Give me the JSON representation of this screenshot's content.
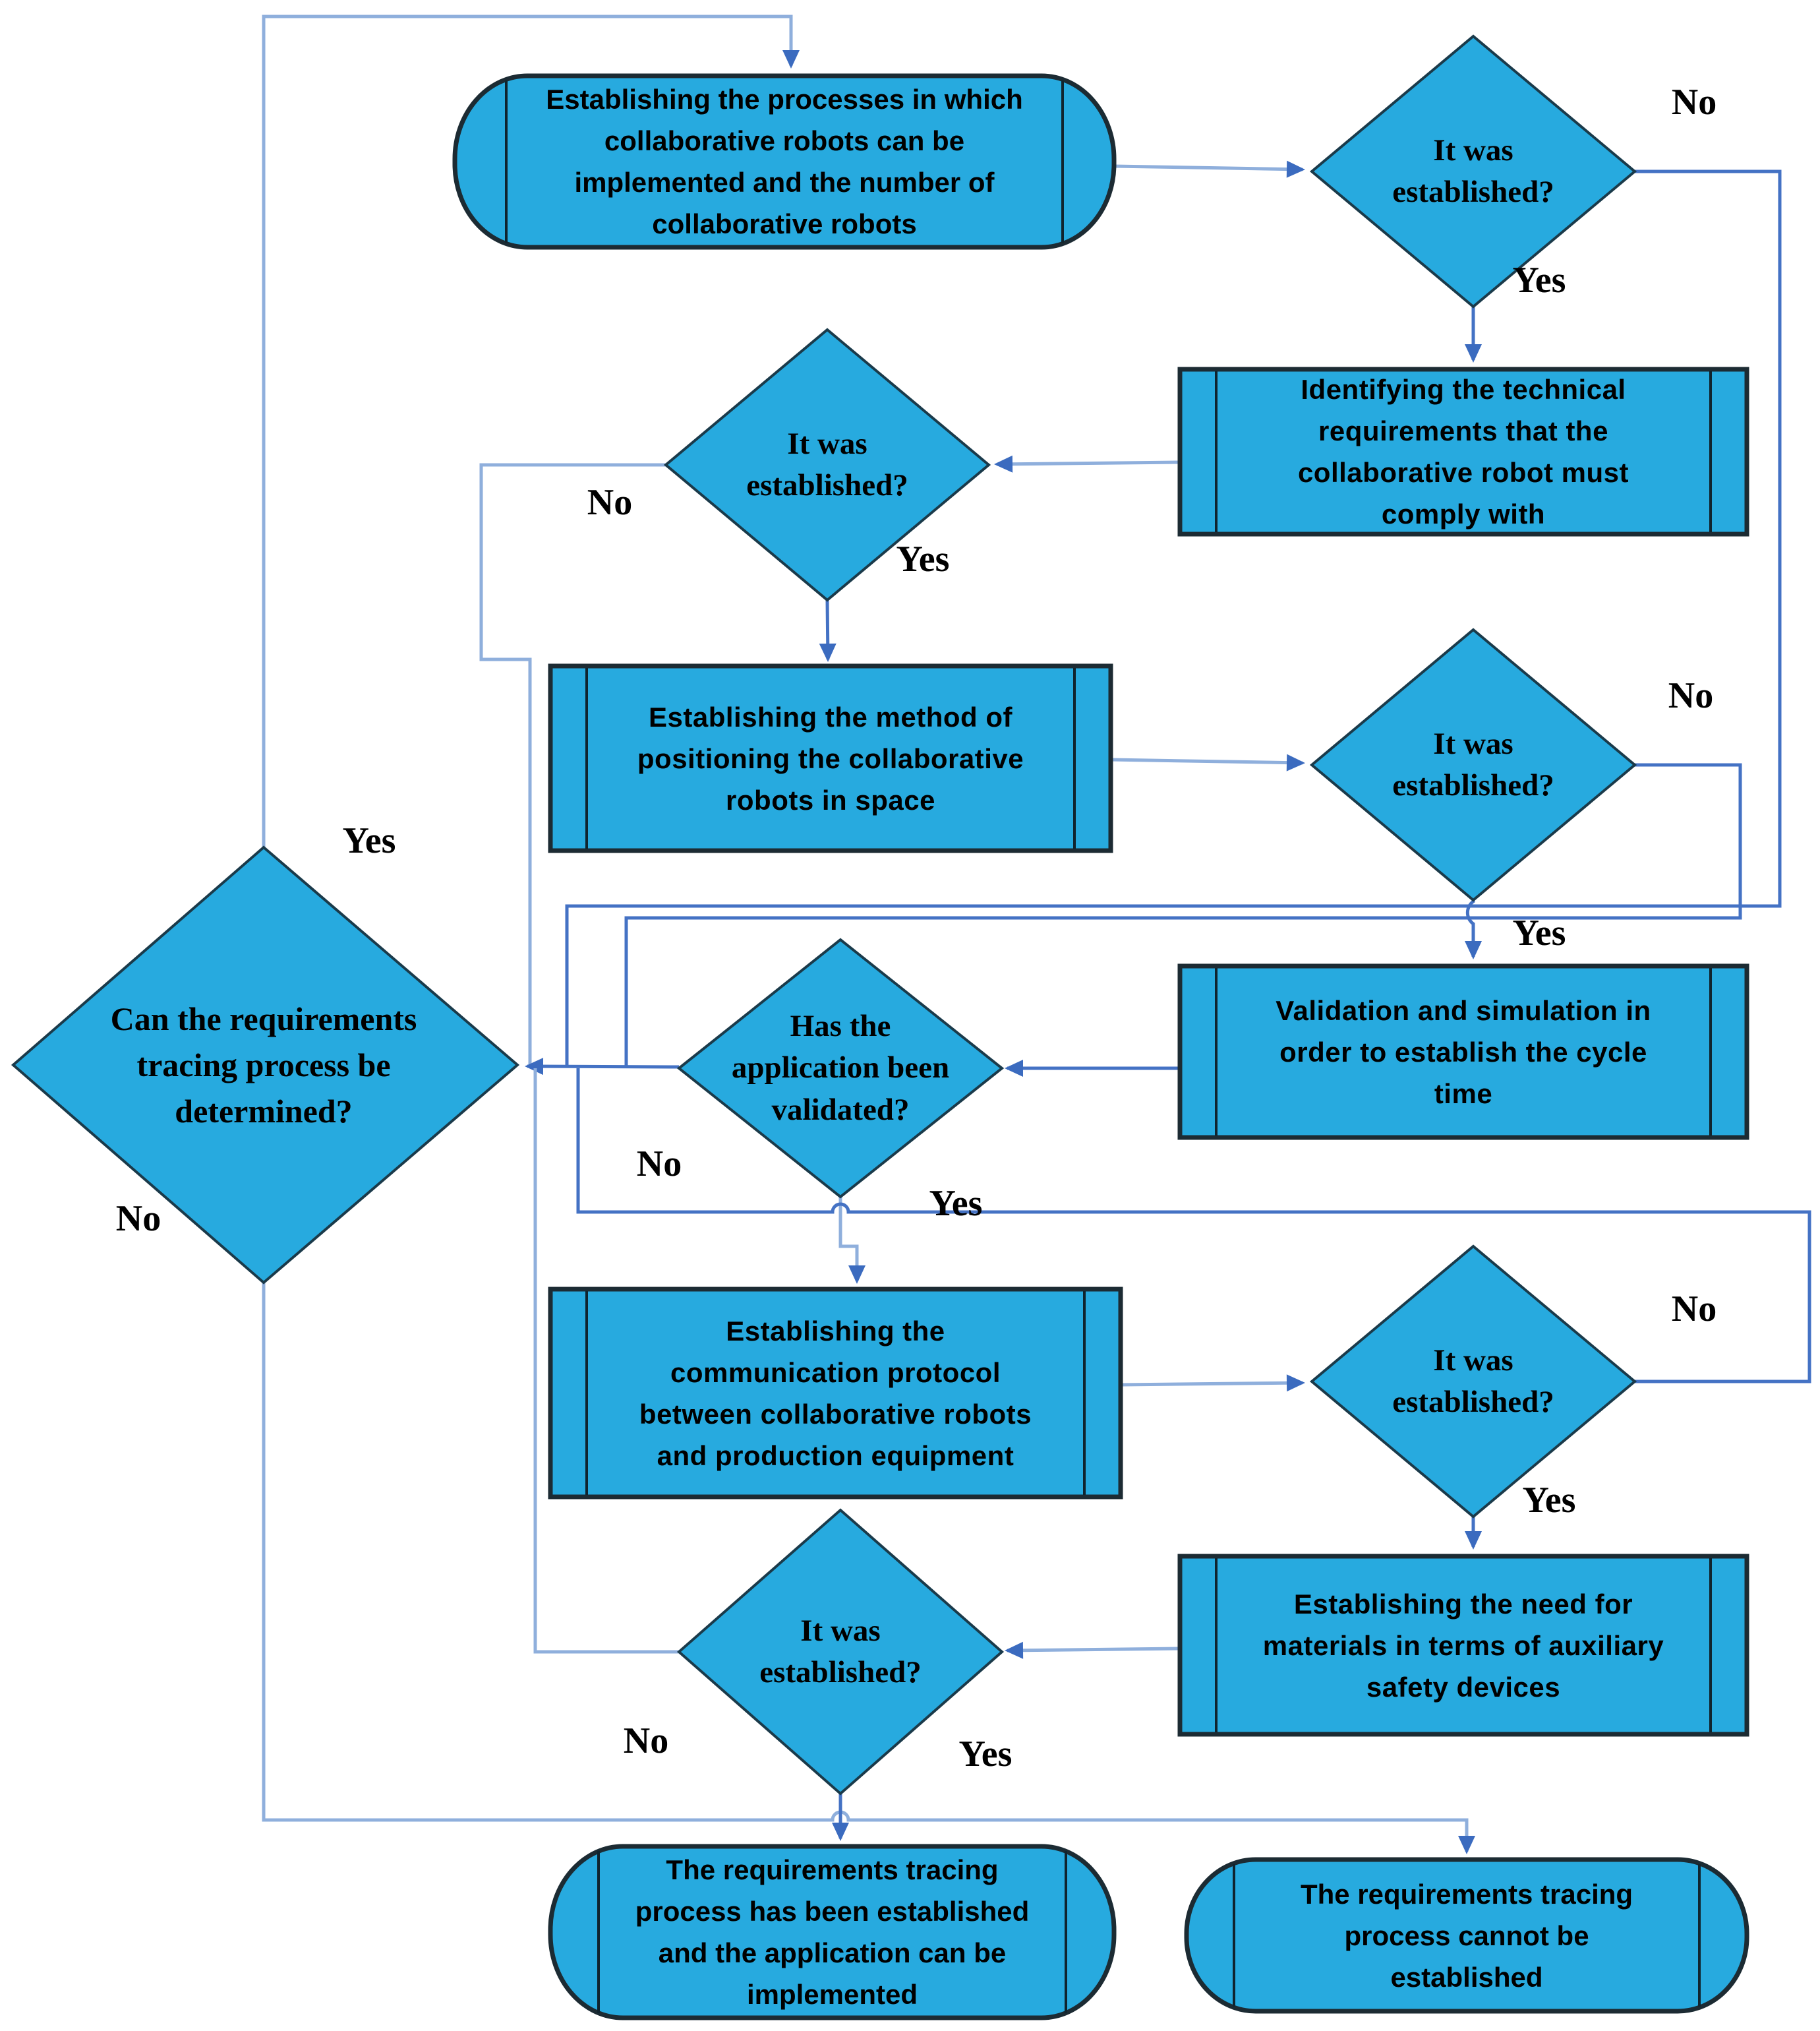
{
  "diagram": {
    "type": "flowchart",
    "nodes": {
      "start": {
        "shape": "terminator",
        "label": "Establishing the processes in which\ncollaborative robots can be\nimplemented and the number of\ncollaborative robots"
      },
      "d1": {
        "shape": "decision",
        "label": "It was\nestablished?"
      },
      "p1": {
        "shape": "predefined-process",
        "label": "Identifying the technical\nrequirements that the\ncollaborative robot must\ncomply with"
      },
      "d2": {
        "shape": "decision",
        "label": "It was\nestablished?"
      },
      "p2": {
        "shape": "predefined-process",
        "label": "Establishing the method of\npositioning the collaborative\nrobots in space"
      },
      "d3": {
        "shape": "decision",
        "label": "It was\nestablished?"
      },
      "p3": {
        "shape": "predefined-process",
        "label": "Validation and simulation in\norder to establish the cycle\ntime"
      },
      "d4": {
        "shape": "decision",
        "label": "Has the\napplication been\nvalidated?"
      },
      "d5": {
        "shape": "decision",
        "label": "Can the requirements\ntracing process be\ndetermined?"
      },
      "p4": {
        "shape": "predefined-process",
        "label": "Establishing the\ncommunication protocol\nbetween collaborative robots\nand production equipment"
      },
      "d6": {
        "shape": "decision",
        "label": "It was\nestablished?"
      },
      "p5": {
        "shape": "predefined-process",
        "label": "Establishing the need for\nmaterials in terms of auxiliary\nsafety devices"
      },
      "d7": {
        "shape": "decision",
        "label": "It was\nestablished?"
      },
      "end_success": {
        "shape": "terminator",
        "label": "The requirements tracing\nprocess has been established\nand the application can be\nimplemented"
      },
      "end_fail": {
        "shape": "terminator",
        "label": "The requirements tracing\nprocess cannot be\nestablished"
      }
    },
    "labels": {
      "yes": "Yes",
      "no": "No"
    },
    "colors": {
      "shape_fill": "#27AADF",
      "diamond_stroke": "#1a3a4a",
      "process_stroke": "#1c2b33",
      "connector_medium": "#4472C4",
      "connector_light": "#8FAFDC",
      "arrow_fill": "#3B6BBF",
      "text": "#000000"
    }
  }
}
